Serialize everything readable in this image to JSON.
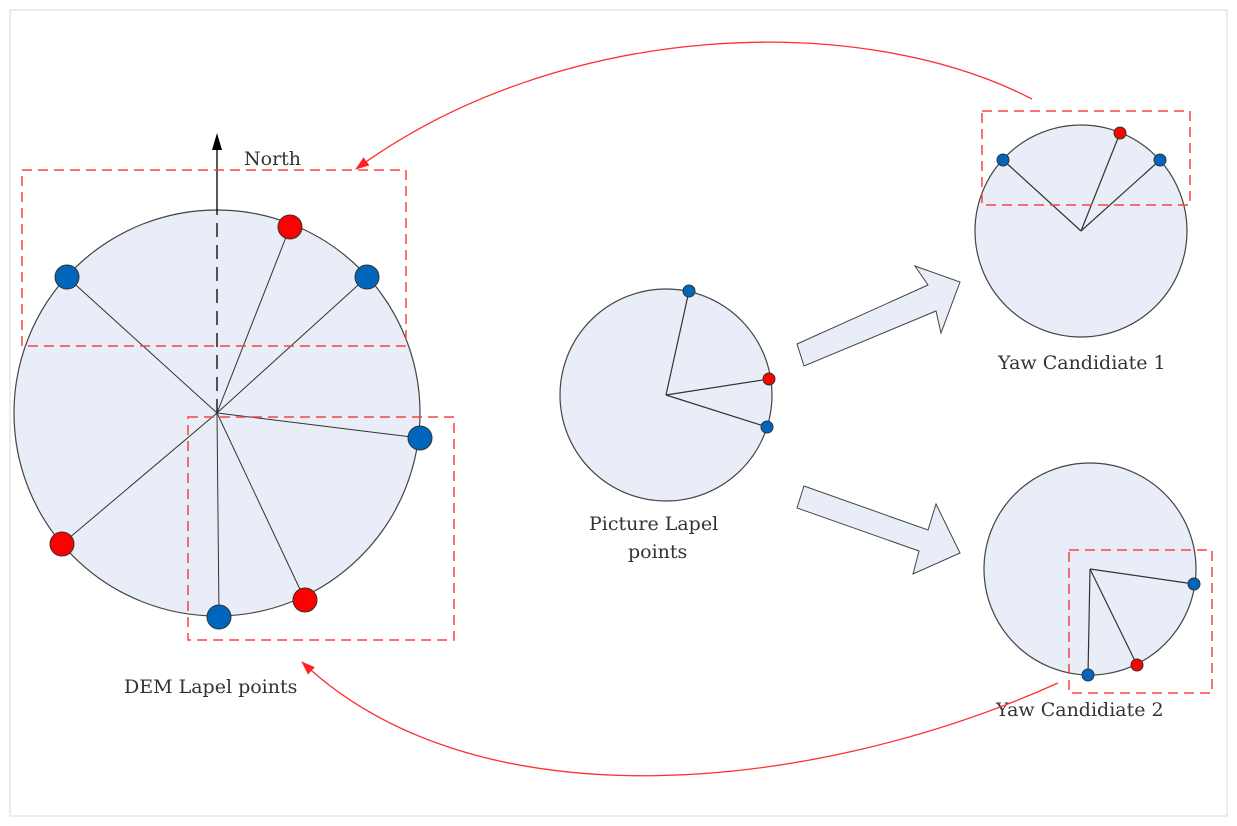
{
  "labels": {
    "north": "North",
    "dem": "DEM Lapel points",
    "picture_line1": "Picture Lapel",
    "picture_line2": "points",
    "yaw1": "Yaw Candidiate 1",
    "yaw2": "Yaw Candidiate 2"
  },
  "colors": {
    "disk_fill": "#e8edf7",
    "disk_stroke": "#444444",
    "red_point": "#ff0000",
    "blue_point": "#0066bb",
    "dashed_box": "#ff4040",
    "curve_arrow": "#ff3030",
    "block_arrow_fill": "#e8edf7",
    "frame": "#d9d9d9"
  },
  "dem_points": [
    {
      "color": "red"
    },
    {
      "color": "blue"
    },
    {
      "color": "blue"
    },
    {
      "color": "blue"
    },
    {
      "color": "red"
    },
    {
      "color": "blue"
    },
    {
      "color": "red"
    }
  ],
  "picture_points": [
    {
      "color": "blue"
    },
    {
      "color": "red"
    },
    {
      "color": "blue"
    }
  ],
  "yaw1_points": [
    {
      "color": "blue"
    },
    {
      "color": "red"
    },
    {
      "color": "blue"
    }
  ],
  "yaw2_points": [
    {
      "color": "blue"
    },
    {
      "color": "red"
    },
    {
      "color": "blue"
    }
  ]
}
